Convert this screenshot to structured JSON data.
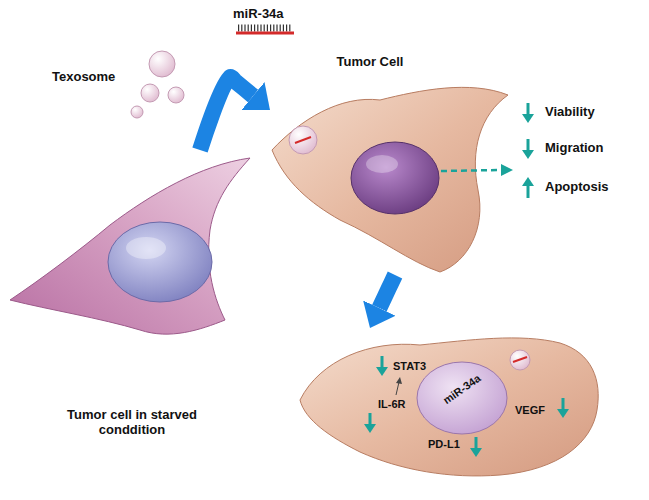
{
  "diagram": {
    "nodes": [
      {
        "text": [
          "Tumor cell in starved conddition"
        ]
      },
      {
        "text": [
          "Tumor Cell"
        ]
      },
      {
        "text": [
          "STAT3",
          "IL-6R",
          "miR-34a",
          "VEGF",
          "PD-L1"
        ]
      }
    ],
    "edges": [
      {
        "from": 0,
        "to": 1,
        "arrow": "to",
        "label": "miR-34a"
      },
      {
        "from": 1,
        "to": 2,
        "arrow": "to"
      }
    ],
    "labels": [
      "Texosome",
      "Viability",
      "Migration",
      "Apoptosis"
    ]
  }
}
